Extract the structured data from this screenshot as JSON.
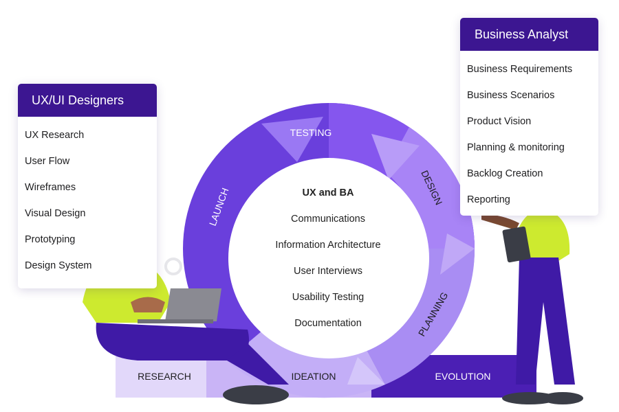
{
  "ux_card": {
    "title": "UX/UI Designers",
    "items": [
      "UX Research",
      "User Flow",
      "Wireframes",
      "Visual Design",
      "Prototyping",
      "Design System"
    ]
  },
  "ba_card": {
    "title": "Business Analyst",
    "items": [
      "Business Requirements",
      "Business Scenarios",
      "Product Vision",
      "Planning & monitoring",
      "Backlog Creation",
      "Reporting"
    ]
  },
  "cycle": {
    "center_title": "UX and BA",
    "center_items": [
      "Communications",
      "Information Architecture",
      "User Interviews",
      "Usability Testing",
      "Documentation"
    ],
    "stages": {
      "testing": "TESTING",
      "design": "DESIGN",
      "planning": "PLANNING",
      "launch": "LAUNCH"
    }
  },
  "bar": {
    "research": "RESEARCH",
    "ideation": "IDEATION",
    "evolution": "EVOLUTION"
  },
  "colors": {
    "header": "#3c1691",
    "ring_dark": "#6a3fdc",
    "ring_mid": "#8f64f0",
    "ring_light": "#b79bf8",
    "bar_dark": "#4a1fb4",
    "bar_light": "#e6ddfb",
    "accent_green": "#cdea2f"
  }
}
